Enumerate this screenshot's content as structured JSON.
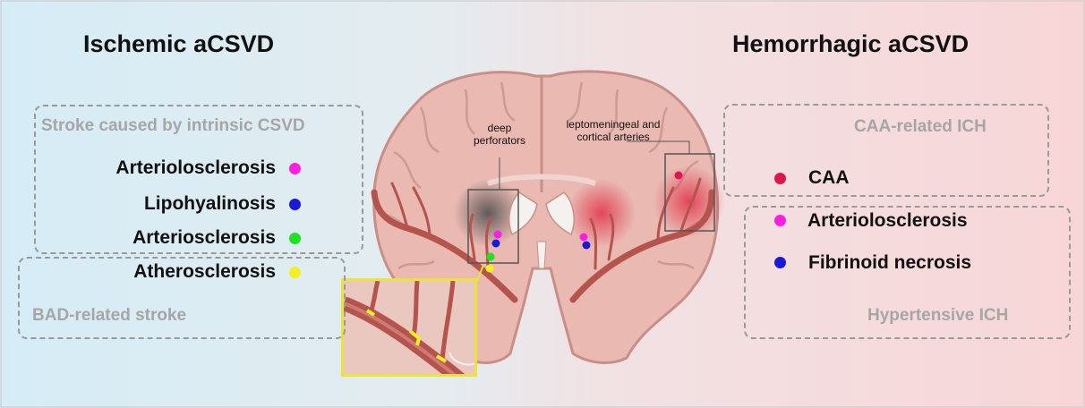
{
  "left_panel": {
    "title": "Ischemic aCSVD",
    "box1_label": "Stroke caused by intrinsic CSVD",
    "box2_label": "BAD-related stroke",
    "items": [
      {
        "label": "Arteriolosclerosis",
        "color": "#ff1fe0"
      },
      {
        "label": "Lipohyalinosis",
        "color": "#1a1ad6"
      },
      {
        "label": "Arteriosclerosis",
        "color": "#22e022"
      },
      {
        "label": "Atherosclerosis",
        "color": "#f2ef22"
      }
    ]
  },
  "right_panel": {
    "title": "Hemorrhagic aCSVD",
    "box1_label": "CAA-related ICH",
    "box2_label": "Hypertensive ICH",
    "items": [
      {
        "label": "CAA",
        "color": "#e0154f"
      },
      {
        "label": "Arteriolosclerosis",
        "color": "#ff1fe0"
      },
      {
        "label": "Fibrinoid necrosis",
        "color": "#1a1ad6"
      }
    ]
  },
  "brain": {
    "label_deep": "deep perforators",
    "label_lepto": "leptomeningeal and cortical arteries"
  },
  "colors": {
    "left_bg": "#d7edf6",
    "right_bg": "#f7d9da",
    "brain": "#e9b9b2",
    "vessel": "#b4544d"
  }
}
